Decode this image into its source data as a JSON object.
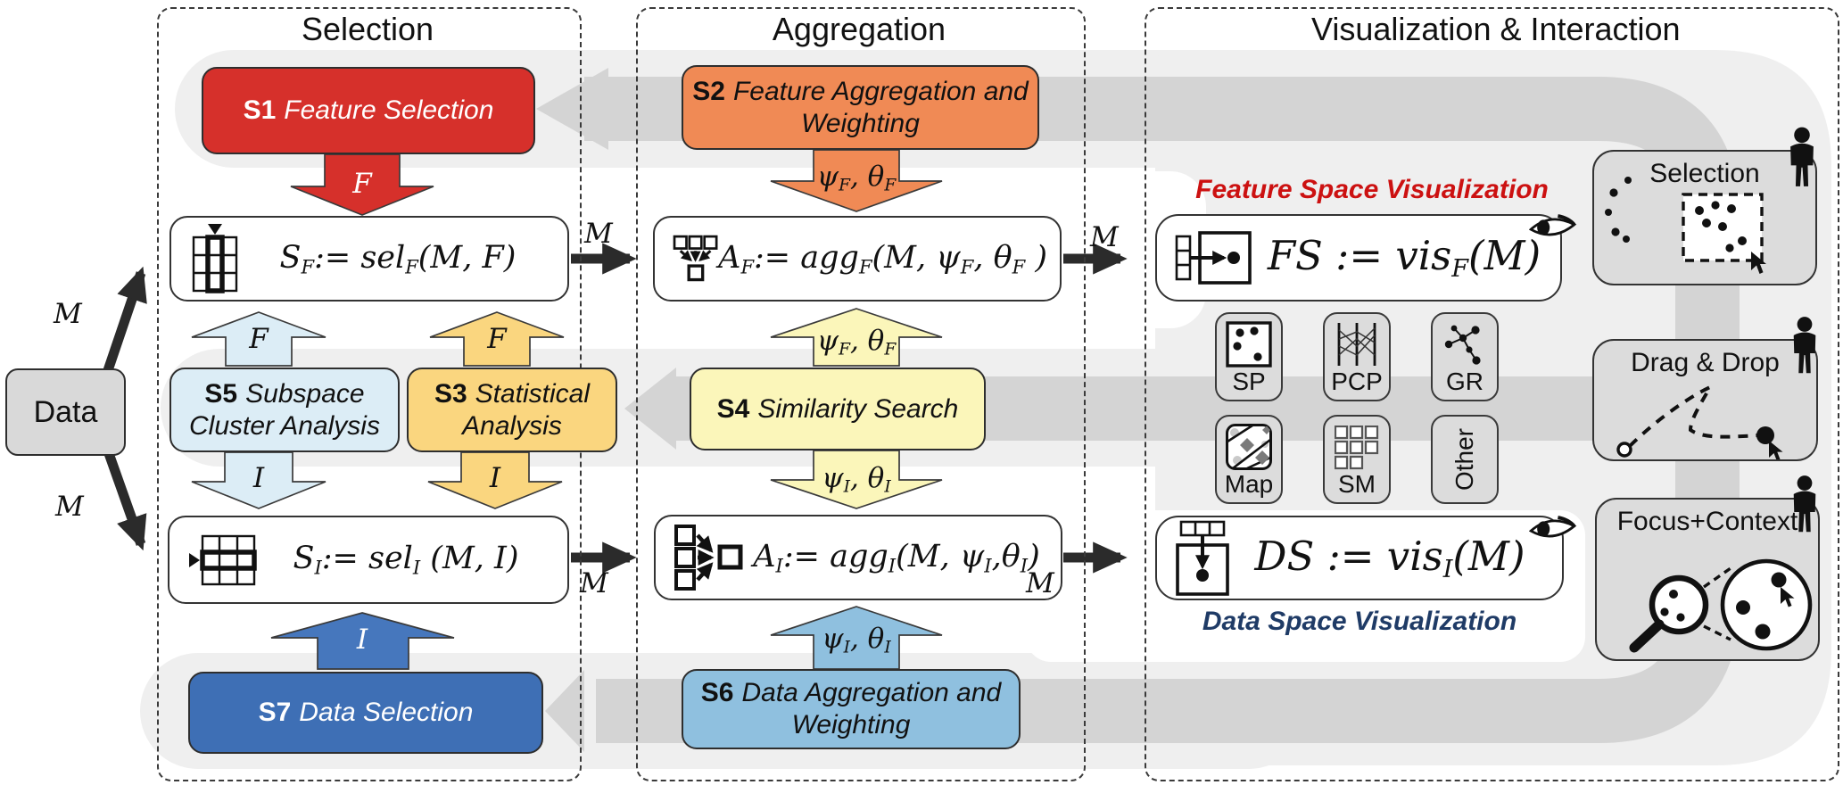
{
  "columns": [
    {
      "title": "Selection"
    },
    {
      "title": "Aggregation"
    },
    {
      "title": "Visualization & Interaction"
    }
  ],
  "data_source": {
    "label": "Data"
  },
  "stages": {
    "s1": {
      "code": "S1",
      "label": "Feature Selection"
    },
    "s2": {
      "code": "S2",
      "label": "Feature Aggregation and Weighting"
    },
    "s3": {
      "code": "S3",
      "label": "Statistical Analysis"
    },
    "s4": {
      "code": "S4",
      "label": "Similarity Search"
    },
    "s5": {
      "code": "S5",
      "label": "Subspace Cluster Analysis"
    },
    "s6": {
      "code": "S6",
      "label": "Data Aggregation and Weighting"
    },
    "s7": {
      "code": "S7",
      "label": "Data Selection"
    }
  },
  "formulas": {
    "sf": {
      "segments": [
        [
          "S",
          "n"
        ],
        [
          "F",
          "s"
        ],
        [
          ":= ",
          "n"
        ],
        [
          "sel",
          "n"
        ],
        [
          "F",
          "s"
        ],
        [
          "(M, F)",
          "n"
        ]
      ]
    },
    "af": {
      "segments": [
        [
          "A",
          "n"
        ],
        [
          "F",
          "s"
        ],
        [
          ":= ",
          "n"
        ],
        [
          "agg",
          "n"
        ],
        [
          "F",
          "s"
        ],
        [
          "(M, ψ",
          "n"
        ],
        [
          "F",
          "s"
        ],
        [
          ", θ",
          "n"
        ],
        [
          "F",
          "s"
        ],
        [
          " )",
          "n"
        ]
      ]
    },
    "si": {
      "segments": [
        [
          "S",
          "n"
        ],
        [
          "I",
          "s"
        ],
        [
          ":= ",
          "n"
        ],
        [
          "sel",
          "n"
        ],
        [
          "I",
          "s"
        ],
        [
          " (M, I)",
          "n"
        ]
      ]
    },
    "ai": {
      "segments": [
        [
          "A",
          "n"
        ],
        [
          "I",
          "s"
        ],
        [
          ":= ",
          "n"
        ],
        [
          "agg",
          "n"
        ],
        [
          "I",
          "s"
        ],
        [
          "(M, ψ",
          "n"
        ],
        [
          "I",
          "s"
        ],
        [
          ",θ",
          "n"
        ],
        [
          "I",
          "s"
        ],
        [
          ")",
          "n"
        ]
      ]
    },
    "fs": {
      "segments": [
        [
          "FS := vis",
          "n"
        ],
        [
          "F",
          "s"
        ],
        [
          "(M)",
          "n"
        ]
      ]
    },
    "ds": {
      "segments": [
        [
          "DS := vis",
          "n"
        ],
        [
          "I",
          "s"
        ],
        [
          "(M)",
          "n"
        ]
      ]
    },
    "psi_theta_f": {
      "segments": [
        [
          "ψ",
          "n"
        ],
        [
          "F",
          "s"
        ],
        [
          ", θ",
          "n"
        ],
        [
          "F",
          "s"
        ]
      ]
    },
    "psi_theta_i": {
      "segments": [
        [
          "ψ",
          "n"
        ],
        [
          "I",
          "s"
        ],
        [
          ", θ",
          "n"
        ],
        [
          "I",
          "s"
        ]
      ]
    }
  },
  "flow_labels": {
    "m": "M",
    "f": "F",
    "i": "I"
  },
  "vis_captions": {
    "feature_space": "Feature Space Visualization",
    "data_space": "Data Space Visualization"
  },
  "vis_types": [
    {
      "label": "SP"
    },
    {
      "label": "PCP"
    },
    {
      "label": "GR"
    },
    {
      "label": "Map"
    },
    {
      "label": "SM"
    },
    {
      "label": "Other"
    }
  ],
  "interactions": [
    {
      "label": "Selection"
    },
    {
      "label": "Drag & Drop"
    },
    {
      "label": "Focus+Context"
    }
  ],
  "colors": {
    "s1": "#d6302b",
    "s2": "#f08a55",
    "s3": "#fad67f",
    "s4": "#fbf6ba",
    "s5": "#dcedf6",
    "s6": "#8fc0df",
    "s7": "#3e6fb5",
    "band_light": "#efefef",
    "band_dark": "#d4d4d4",
    "panel_gray": "#dcdcdc",
    "feature_space_text": "#cc1111",
    "data_space_text": "#1f3b66"
  }
}
